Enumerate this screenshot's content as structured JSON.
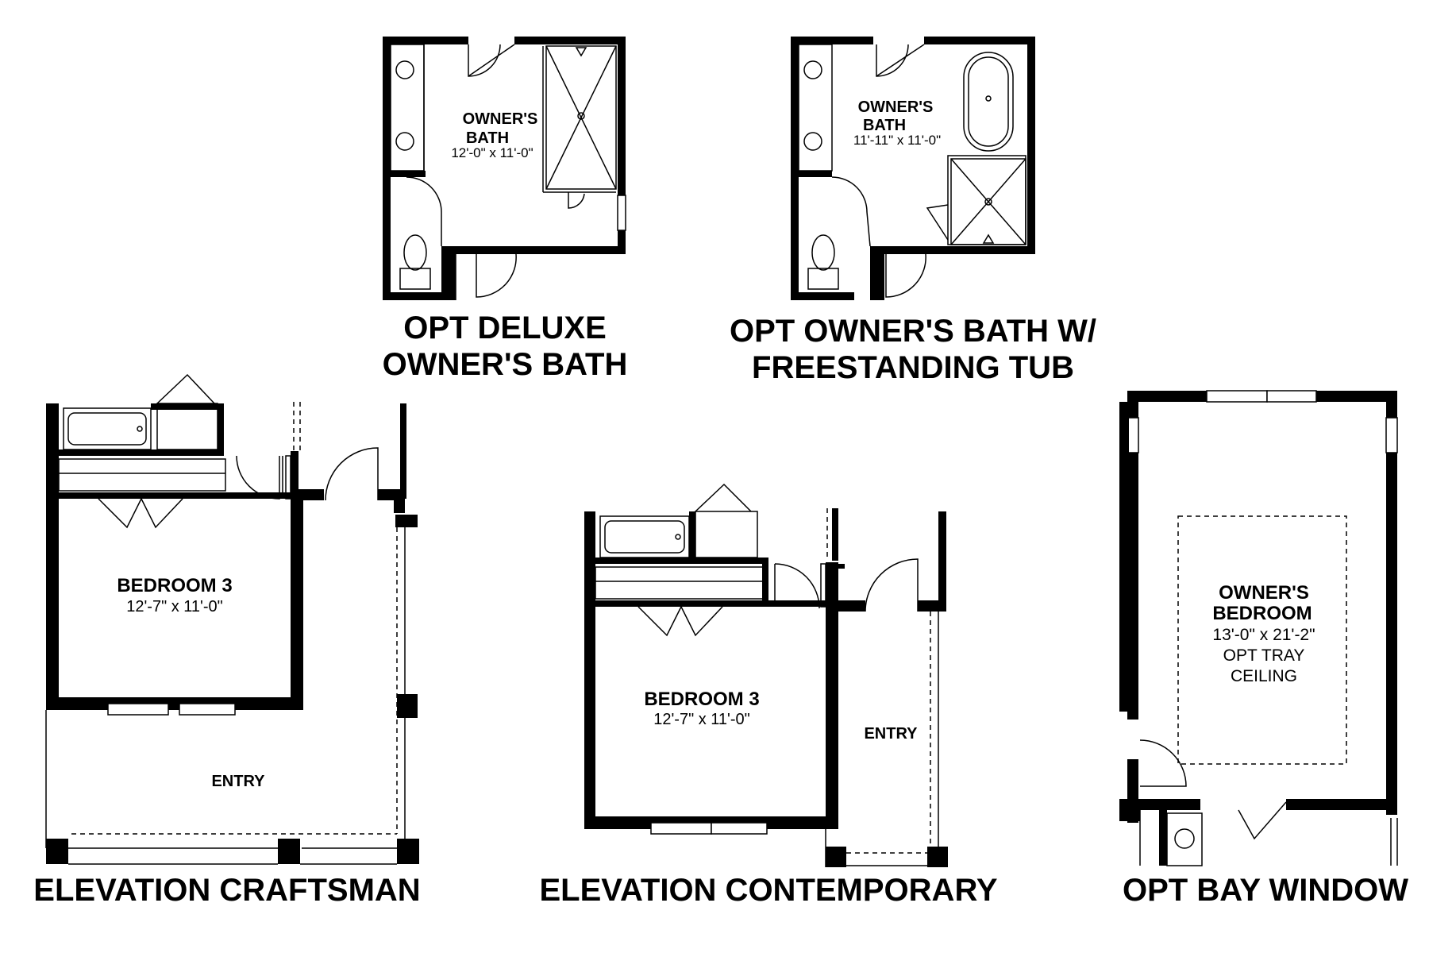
{
  "plans": {
    "deluxe_bath": {
      "caption_line1": "OPT DELUXE",
      "caption_line2": "OWNER'S BATH",
      "room_line1": "OWNER'S",
      "room_line2": "BATH",
      "dimensions": "12'-0\" x 11'-0\""
    },
    "freestanding_tub": {
      "caption_line1": "OPT OWNER'S BATH W/",
      "caption_line2": "FREESTANDING TUB",
      "room_line1": "OWNER'S",
      "room_line2": "BATH",
      "dimensions": "11'-11\" x 11'-0\""
    },
    "craftsman": {
      "caption": "ELEVATION CRAFTSMAN",
      "bedroom_name": "BEDROOM 3",
      "bedroom_dimensions": "12'-7\" x 11'-0\"",
      "entry_label": "ENTRY"
    },
    "contemporary": {
      "caption": "ELEVATION CONTEMPORARY",
      "bedroom_name": "BEDROOM 3",
      "bedroom_dimensions": "12'-7\" x 11'-0\"",
      "entry_label": "ENTRY"
    },
    "bay_window": {
      "caption": "OPT BAY WINDOW",
      "room_line1": "OWNER'S",
      "room_line2": "BEDROOM",
      "dimensions": "13'-0\" x 21'-2\"",
      "note_line1": "OPT TRAY",
      "note_line2": "CEILING"
    }
  }
}
